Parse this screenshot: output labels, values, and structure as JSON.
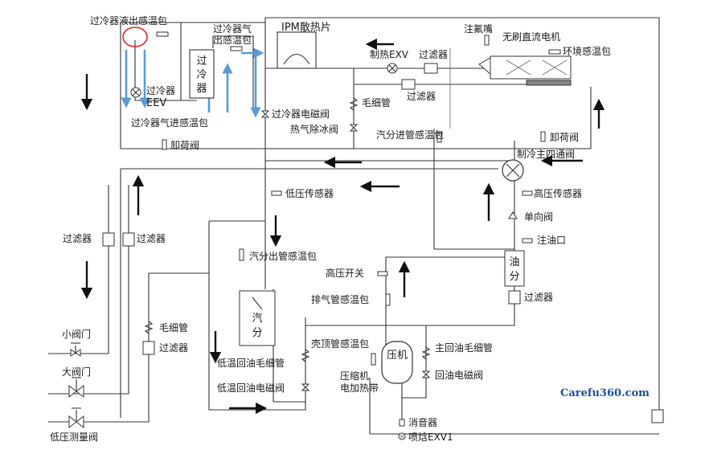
{
  "labels": {
    "subcooler_liquid_sensor": "过冷器液出感温包",
    "subcooler_gas_out_sensor_1": "过冷器气",
    "subcooler_gas_out_sensor_2": "出感温包",
    "subcooler_block": [
      "过",
      "冷",
      "器"
    ],
    "subcooler_eev_1": "过冷器",
    "subcooler_eev_2": "EEV",
    "subcooler_gas_in_sensor": "过冷器气进感温包",
    "subcooler_solenoid": "过冷器电磁阀",
    "ipm_heatsink": "IPM散热片",
    "heating_exv": "制热EXV",
    "filter_top": "过滤器",
    "fluorine_nozzle": "注氟嘴",
    "brushless_motor": "无刷直流电机",
    "ambient_sensor": "环境感温包",
    "capillary": "毛细管",
    "filter_mid": "过滤器",
    "hot_gas_defrost_valve": "热气除冰阀",
    "unload_valve_left": "卸荷阀",
    "accumulator_inlet_sensor": "汽分进管感温包",
    "unload_valve_right": "卸荷阀",
    "four_way_valve": "制冷主四通阀",
    "low_pressure_sensor": "低压传感器",
    "high_pressure_sensor": "高压传感器",
    "check_valve": "单向阀",
    "oil_charge_port": "注油口",
    "filter_left_a": "过滤器",
    "filter_left_b": "过滤器",
    "accumulator_outlet_sensor": "汽分出管感温包",
    "oil_separator": [
      "油",
      "分"
    ],
    "high_pressure_switch": "高压开关",
    "discharge_sensor": "排气管感温包",
    "filter_right": "过滤器",
    "capillary_left": "毛细管",
    "filter_left_c": "过滤器",
    "accumulator": [
      "汽",
      "分"
    ],
    "shell_top_sensor": "壳顶管感温包",
    "main_oil_return_capillary": "主回油毛细管",
    "compressor": "压机",
    "low_temp_return_capillary": "低温回油毛细管",
    "compressor_heater_1": "压缩机",
    "compressor_heater_2": "电加热带",
    "oil_return_solenoid": "回油电磁阀",
    "low_temp_return_solenoid": "低温回油电磁阀",
    "small_valve": "小阀门",
    "large_valve": "大阀门",
    "low_pressure_gauge_valve": "低压测量阀",
    "muffler": "消音器",
    "injection_exv": "喷焓EXV1"
  },
  "watermark": "Carefu360.com",
  "colors": {
    "blue_flow": "#5b9bd5",
    "red_marker": "#d62828",
    "watermark": "#1f4e9a"
  }
}
